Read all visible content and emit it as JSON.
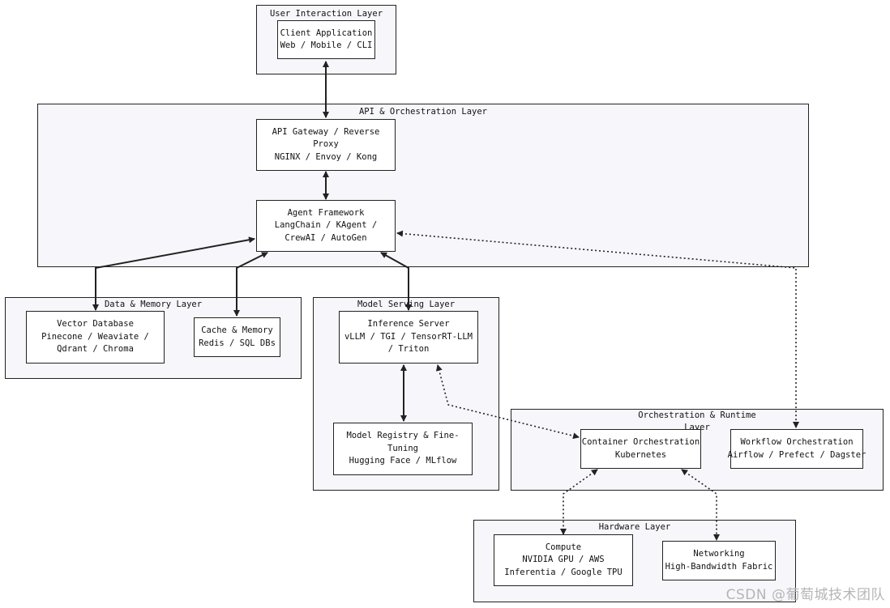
{
  "layers": {
    "user": {
      "title": "User Interaction Layer"
    },
    "api": {
      "title": "API & Orchestration Layer"
    },
    "data": {
      "title": "Data & Memory Layer"
    },
    "model": {
      "title": "Model Serving Layer"
    },
    "orch": {
      "title_line1": "Orchestration & Runtime",
      "title_line2": "Layer"
    },
    "hardware": {
      "title": "Hardware Layer"
    }
  },
  "nodes": {
    "client": {
      "line1": "Client Application",
      "line2": "Web / Mobile / CLI"
    },
    "gateway": {
      "line1": "API Gateway / Reverse",
      "line2": "Proxy",
      "line3": "NGINX / Envoy / Kong"
    },
    "agent": {
      "line1": "Agent Framework",
      "line2": "LangChain / KAgent /",
      "line3": "CrewAI / AutoGen"
    },
    "vector": {
      "line1": "Vector Database",
      "line2": "Pinecone / Weaviate /",
      "line3": "Qdrant / Chroma"
    },
    "cache": {
      "line1": "Cache & Memory",
      "line2": "Redis / SQL DBs"
    },
    "inference": {
      "line1": "Inference Server",
      "line2": "vLLM / TGI / TensorRT-LLM",
      "line3": "/ Triton"
    },
    "registry": {
      "line1": "Model Registry & Fine-",
      "line2": "Tuning",
      "line3": "Hugging Face / MLflow"
    },
    "container": {
      "line1": "Container Orchestration",
      "line2": "Kubernetes"
    },
    "workflow": {
      "line1": "Workflow Orchestration",
      "line2": "Airflow / Prefect / Dagster"
    },
    "compute": {
      "line1": "Compute",
      "line2": "NVIDIA GPU / AWS",
      "line3": "Inferentia / Google TPU"
    },
    "networking": {
      "line1": "Networking",
      "line2": "High-Bandwidth Fabric"
    }
  },
  "watermark": "CSDN @葡萄城技术团队",
  "colors": {
    "stroke": "#222222",
    "layer_fill": "#f7f7fb",
    "node_fill": "#ffffff",
    "watermark": "#b5b5b5"
  }
}
